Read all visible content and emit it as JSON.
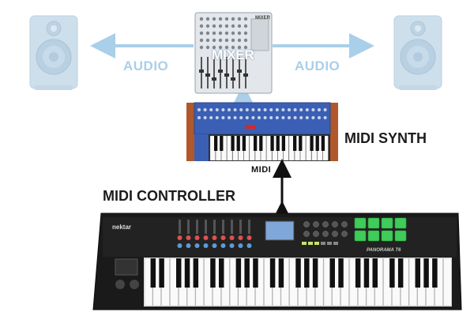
{
  "labels": {
    "audio_left": "AUDIO",
    "audio_right": "AUDIO",
    "mixer": "MIXER",
    "midi_synth": "MIDI SYNTH",
    "midi_controller": "MIDI CONTROLLER",
    "midi_logo": "MIDI",
    "controller_brand": "nektar",
    "controller_model": "PANORAMA T6",
    "mixer_panel": "MIXER"
  },
  "colors": {
    "audio_arrow": "#a9cfe9",
    "speaker": "#c9dcea",
    "midi_arrow": "#111111",
    "synth_panel": "#3b5fb4",
    "synth_wood": "#b0582a",
    "controller_body": "#1a1a1a",
    "pad_green": "#3fcc5a"
  },
  "icons": {
    "left_speaker": "speaker-icon",
    "right_speaker": "speaker-icon",
    "mixer": "mixer-icon",
    "synth": "synthesizer-icon",
    "controller": "midi-controller-icon"
  }
}
